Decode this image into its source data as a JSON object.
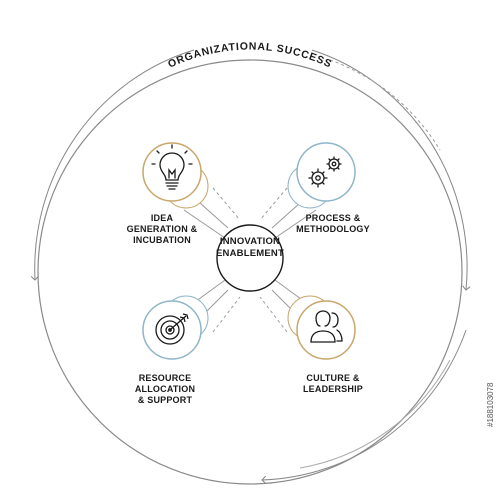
{
  "title": "ORGANIZATIONAL SUCCESS",
  "center": {
    "line1": "INNOVATION",
    "line2": "ENABLEMENT"
  },
  "nodes": {
    "idea": {
      "line1": "IDEA",
      "line2": "GENERATION &",
      "line3": "INCUBATION",
      "icon": "lightbulb-icon",
      "color": "#c9a66b"
    },
    "process": {
      "line1": "PROCESS &",
      "line2": "METHODOLOGY",
      "icon": "gears-icon",
      "color": "#8fb5c8"
    },
    "resource": {
      "line1": "RESOURCE ALLOCATION",
      "line2": "& SUPPORT",
      "icon": "target-icon",
      "color": "#8fb5c8"
    },
    "culture": {
      "line1": "CULTURE &",
      "line2": "LEADERSHIP",
      "icon": "people-icon",
      "color": "#c9a66b"
    }
  },
  "watermark": "#188103078",
  "colors": {
    "ink": "#1a1a1a",
    "ring": "#8a8a8a",
    "gold": "#c9a66b",
    "blue": "#8fb5c8"
  }
}
